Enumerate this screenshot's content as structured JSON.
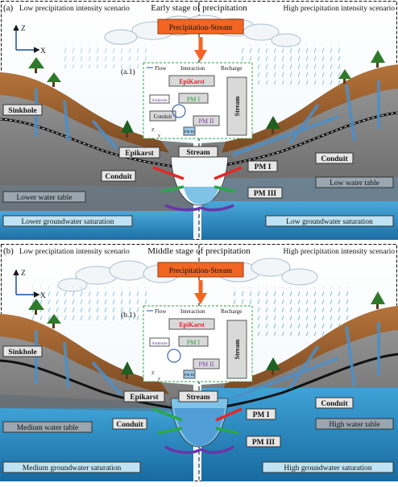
{
  "panels": [
    {
      "tag": "(a)",
      "left_scenario": "Low precipitation intensity scenario",
      "title": "Early stage of precipitation",
      "right_scenario": "High precipitation intensity scenario",
      "banner": "Precipitation-Stream",
      "inset_tag": "(a.1)",
      "labels": {
        "sinkhole": "Sinkhole",
        "epikarst": "Epikarst",
        "conduit_left": "Conduit",
        "stream": "Stream",
        "pm1": "PM I",
        "conduit_right": "Conduit",
        "pm3": "PM III",
        "left_table": "Lower water table",
        "right_table": "Low water table",
        "left_saturation": "Lower groundwater saturation",
        "right_saturation": "Low groundwater saturation"
      }
    },
    {
      "tag": "(b)",
      "left_scenario": "Low precipitation intensity scenario",
      "title": "Middle stage of precipitation",
      "right_scenario": "High precipitation intensity scenario",
      "banner": "Precipitation-Stream",
      "inset_tag": "(b.1)",
      "labels": {
        "sinkhole": "Sinkhole",
        "epikarst": "Epikarst",
        "conduit_left": "Conduit",
        "stream": "Stream",
        "pm1": "PM I",
        "conduit_right": "Conduit",
        "pm3": "PM III",
        "left_table": "Medium water table",
        "right_table": "High water table",
        "left_saturation": "Medium groundwater saturation",
        "right_saturation": "High groundwater saturation"
      }
    }
  ],
  "axes": {
    "z": "Z",
    "x": "X",
    "inset_z": "Z",
    "inset_y": "y"
  },
  "inset": {
    "legend_flow": "Flow",
    "legend_interaction": "Interaction",
    "legend_recharge": "Recharge",
    "epikarst": "EpiKarst",
    "sinkhole": "Sinkhole",
    "pm1": "PM I",
    "pm2": "PM II",
    "pm3": "PM III",
    "conduit": "Conduit",
    "stream": "Stream"
  },
  "colors": {
    "banner": "#f26522",
    "arrow_orange": "#f26522",
    "topsoil": "#a0602a",
    "limestone": "#8c8c8c",
    "water_dark": "#1f7fb8",
    "water_light": "#55b4e0",
    "epikarst_text": "#e0202a",
    "pm1_text": "#2a9d3a",
    "pm2_text": "#7a3fa0"
  }
}
